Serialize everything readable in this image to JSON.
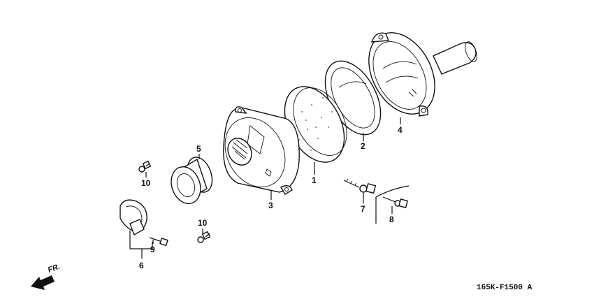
{
  "callouts": {
    "p1": "1",
    "p2": "2",
    "p3": "3",
    "p4": "4",
    "p5": "5",
    "p6": "6",
    "p7": "7",
    "p8": "8",
    "p9": "9",
    "p10a": "10",
    "p10b": "10"
  },
  "direction_label": "FR.",
  "diagram_code": "165K-F1500 A"
}
